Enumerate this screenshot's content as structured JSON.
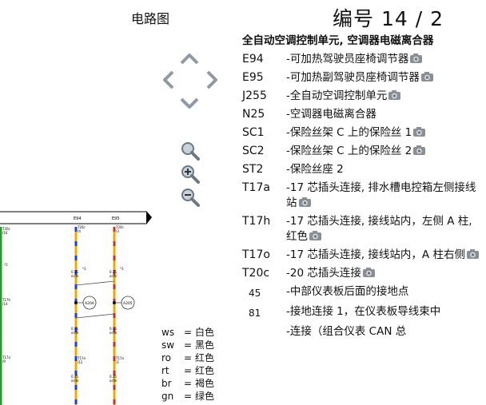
{
  "header": {
    "title": "电路图",
    "number": "编号  14 / 2"
  },
  "navigation": {
    "icons": [
      "chevron-up-icon",
      "chevron-left-icon",
      "chevron-right-icon",
      "chevron-down-icon"
    ]
  },
  "zoom": {
    "icons": [
      "zoom-fit-icon",
      "zoom-in-icon",
      "zoom-out-icon"
    ]
  },
  "legend": {
    "heading": "全自动空调控制单元, 空调器电磁离合器",
    "items": [
      {
        "code": "E94",
        "desc": "-可加热驾驶员座椅调节器",
        "camera": true
      },
      {
        "code": "E95",
        "desc": "-可加热副驾驶员座椅调节器",
        "camera": true
      },
      {
        "code": "J255",
        "desc": "-全自动空调控制单元",
        "camera": true
      },
      {
        "code": "N25",
        "desc": "-空调器电磁离合器",
        "camera": false
      },
      {
        "code": "SC1",
        "desc": "-保险丝架 C 上的保险丝 1",
        "camera": true
      },
      {
        "code": "SC2",
        "desc": "-保险丝架 C 上的保险丝 2",
        "camera": true
      },
      {
        "code": "ST2",
        "desc": "-保险丝座 2",
        "camera": false
      },
      {
        "code": "T17a",
        "desc": "-17 芯插头连接, 排水槽电控箱左侧接线站",
        "camera": true
      },
      {
        "code": "T17h",
        "desc": "-17 芯插头连接, 接线站内，左侧 A 柱, 红色",
        "camera": true
      },
      {
        "code": "T17o",
        "desc": "-17 芯插头连接, 接线站内，A 柱右侧",
        "camera": true
      },
      {
        "code": "T20c",
        "desc": "-20 芯插头连接",
        "camera": true
      },
      {
        "code": "45",
        "desc": "-中部仪表板后面的接地点",
        "camera": false
      },
      {
        "code": "81",
        "desc": "-接地连接 1，在仪表板导线束中",
        "camera": false
      },
      {
        "code": "",
        "desc": "-连接（组合仪表 CAN 总",
        "camera": false
      }
    ]
  },
  "color_key": [
    {
      "abbr": "ws",
      "eq": "=",
      "name": "白色"
    },
    {
      "abbr": "sw",
      "eq": "=",
      "name": "黑色"
    },
    {
      "abbr": "ro",
      "eq": "=",
      "name": "红色"
    },
    {
      "abbr": "rt",
      "eq": "=",
      "name": "红色"
    },
    {
      "abbr": "br",
      "eq": "=",
      "name": "褐色"
    },
    {
      "abbr": "gn",
      "eq": "=",
      "name": "绿色"
    }
  ],
  "diagram": {
    "labels": {
      "e94": "E94",
      "e95": "E95",
      "t20c_left": "T20c",
      "t20c_left_pin": "/16",
      "t20c_a": "T20c",
      "t20c_a_pin": "/4",
      "t20c_b": "T20c",
      "t20c_b_pin": "/3",
      "w1a": "0.35",
      "w1b": "or/bl",
      "w2a": "0.35",
      "w2b": "or/br",
      "w3a": "0.35",
      "w3b": "or/bl",
      "w4a": "0.35",
      "w4b": "or/br",
      "w5a": "0.35",
      "w5b": "or/bl",
      "w6a": "0.35",
      "w6b": "or/br",
      "t17h": "T17h",
      "t17h_pin": "/14",
      "t17a": "T17a",
      "t17a_pin": "/9",
      "t17o_a": "T17o",
      "t17o_a_pin": "/12",
      "t17o_b": "T17o",
      "t17o_b_pin": "/2",
      "a204": "A204",
      "a205": "A205",
      "ref2a": "*2",
      "ref2b": "*2",
      "ref3a": "*3",
      "ref3b": "*3"
    },
    "colors": {
      "orange": "#f0a800",
      "blue": "#1e3fd0",
      "red": "#c0342a",
      "green": "#2a9a2a",
      "line": "#555555"
    }
  }
}
